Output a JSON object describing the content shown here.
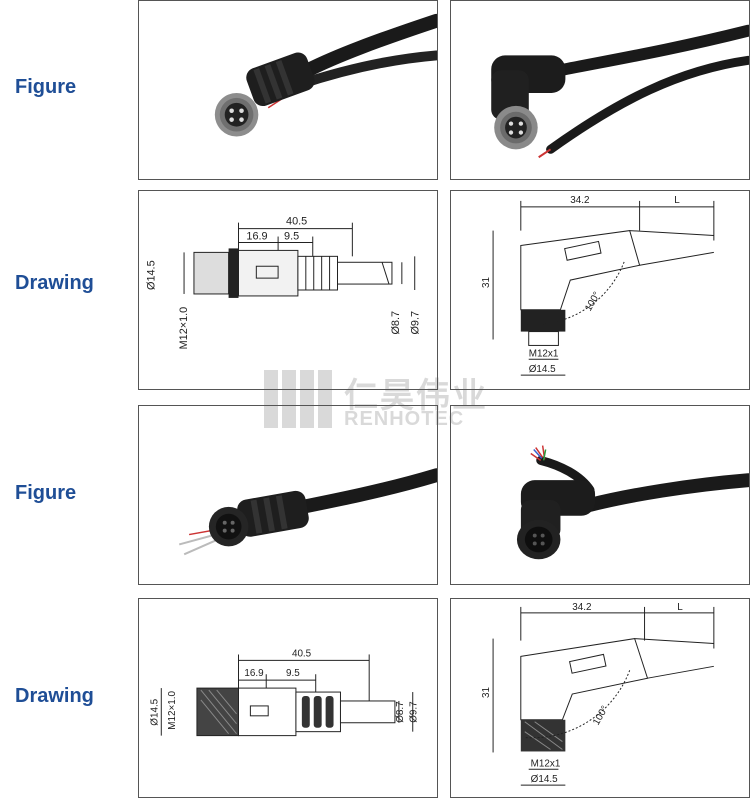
{
  "rows": [
    {
      "label": "Figure"
    },
    {
      "label": "Drawing"
    },
    {
      "label": "Figure"
    },
    {
      "label": "Drawing"
    }
  ],
  "watermark": {
    "cn": "仁昊伟业",
    "en": "RENHOTEC"
  },
  "drawing_male_straight": {
    "overall": "40.5",
    "seg1": "16.9",
    "seg2": "9.5",
    "dia_body": "Ø14.5",
    "thread": "M12×1.0",
    "cable_inner": "Ø8.7",
    "cable_outer": "Ø9.7"
  },
  "drawing_male_angle": {
    "width": "34.2",
    "length": "L",
    "height": "31",
    "angle": "100°",
    "thread": "M12x1",
    "dia": "Ø14.5"
  },
  "drawing_female_straight": {
    "overall": "40.5",
    "seg1": "16.9",
    "seg2": "9.5",
    "dia_body": "Ø14.5",
    "thread": "M12×1.0",
    "cable_inner": "Ø8.7",
    "cable_outer": "Ø9.7"
  },
  "drawing_female_angle": {
    "width": "34.2",
    "length": "L",
    "height": "31",
    "angle": "100°",
    "thread": "M12x1",
    "dia": "Ø14.5"
  },
  "colors": {
    "label": "#1f4e96",
    "cable": "#1a1a1a",
    "metal": "#9a9a9a"
  }
}
